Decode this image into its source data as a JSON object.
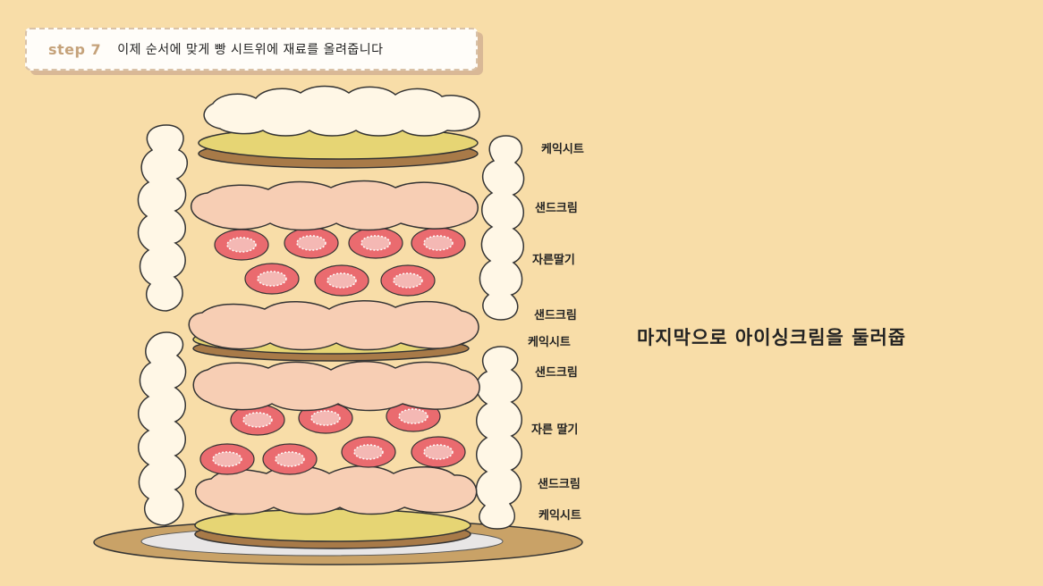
{
  "header": {
    "step": "step 7",
    "title": "이제 순서에 맞게 빵 시트위에 재료를 올려줍니다"
  },
  "labels": {
    "l1": "케익시트",
    "l2": "샌드크림",
    "l3": "자른딸기",
    "l4": "샌드크림",
    "l5": "케익시트",
    "l6": "샌드크림",
    "l7": "자른 딸기",
    "l8": "샌드크림",
    "l9": "케익시트"
  },
  "caption": "마지막으로 아이싱크림을 둘러줍",
  "colors": {
    "background": "#f8dda8",
    "cake_sheet": "#e6d574",
    "cake_crust": "#a87a48",
    "sand_cream": "#f7ceb4",
    "whipped_cream": "#fff7e6",
    "strawberry": "#ea6b6f",
    "plate": "#c9a267"
  }
}
